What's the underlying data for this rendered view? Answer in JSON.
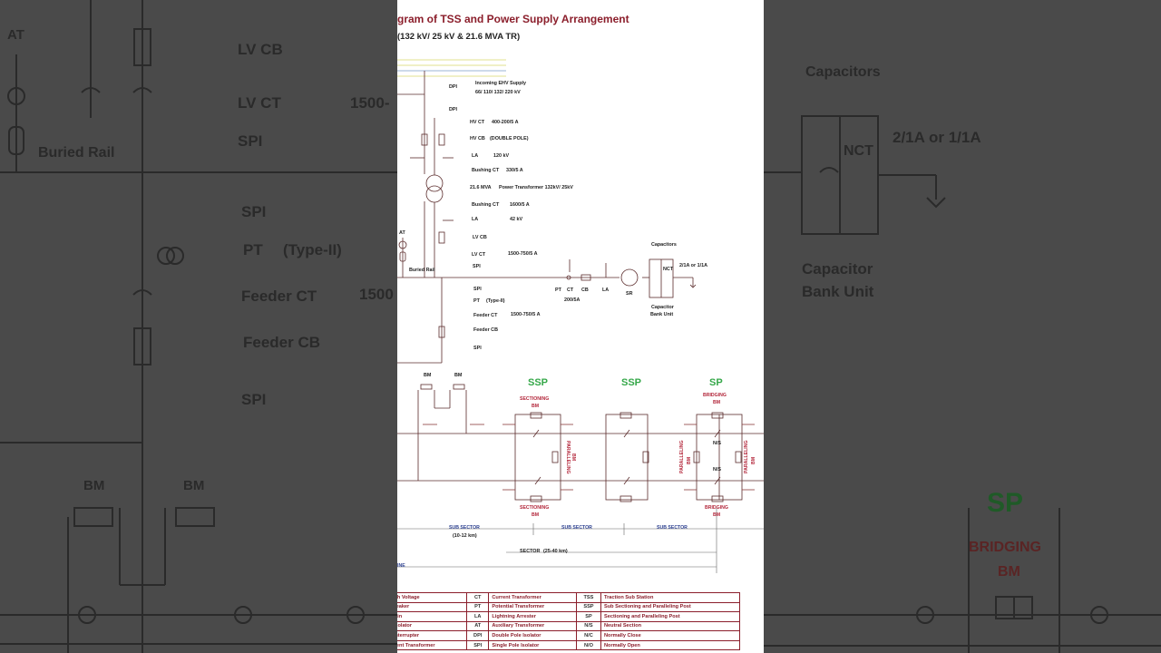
{
  "title": "gram of TSS and Power Supply Arrangement",
  "subtitle": "(132 kV/ 25 kV & 21.6 MVA TR)",
  "tss": {
    "dpi1": "DPI",
    "incoming": "Incoming EHV Supply",
    "incoming_v": "66/ 110/ 132/ 220 kV",
    "dpi2": "DPI",
    "hvct": "HV CT",
    "hvct_r": "400-200/5 A",
    "hvcb": "HV CB",
    "hvcb_r": "(DOUBLE POLE)",
    "la1": "LA",
    "la1_r": "120 kV",
    "bushing1": "Bushing CT",
    "bushing1_r": "330/5 A",
    "transformer": "21.6 MVA",
    "transformer_r": "Power Transformer  132kV/ 25kV",
    "bushing2": "Bushing CT",
    "bushing2_r": "1600/5 A",
    "la2": "LA",
    "la2_r": "42 kV",
    "lvcb": "LV CB",
    "lvct": "LV CT",
    "lvct_r": "1500-750/5 A",
    "spi1": "SPI",
    "at": "AT",
    "buried_rail": "Buried Rail",
    "spi2": "SPI",
    "pt": "PT",
    "pt_r": "(Type-II)",
    "feeder_ct": "Feeder CT",
    "feeder_ct_r": "1500-750/5 A",
    "feeder_cb": "Feeder CB",
    "spi3": "SPI"
  },
  "capacitor": {
    "title": "Capacitors",
    "nct": "NCT",
    "ratio": "2/1A  or  1/1A",
    "bank": "Capacitor",
    "bank2": "Bank Unit",
    "pt": "PT",
    "ct": "CT",
    "cb": "CB",
    "la": "LA",
    "ct_r": "200/5A",
    "sr": "SR"
  },
  "sections": {
    "bm1": "BM",
    "bm2": "BM",
    "ssp1": "SSP",
    "ssp2": "SSP",
    "sp": "SP",
    "sectioning_top": "SECTIONING",
    "bm_top": "BM",
    "sectioning_bot": "SECTIONING",
    "bm_bot": "BM",
    "paralleling": "PARALLELING",
    "paralleling_bm": "BM",
    "bridging_top": "BRIDGING",
    "bridging_top_bm": "BM",
    "bridging_bot": "BRIDGING",
    "bridging_bot_bm": "BM",
    "paralleling_l": "PARALLELING",
    "paralleling_l_bm": "BM",
    "paralleling_r": "PARALLELING",
    "paralleling_r_bm": "BM",
    "ns1": "N/S",
    "ns2": "N/S"
  },
  "distances": {
    "subsector1": "SUB SECTOR",
    "subsector1_km": "(10-12 km)",
    "subsector2": "SUB SECTOR",
    "subsector3": "SUB SECTOR",
    "sector": "SECTOR",
    "sector_km": "(25-40 km)",
    "line": "INE"
  },
  "legend": [
    [
      "ra High Voltage",
      "CT",
      "Current Transformer",
      "TSS",
      "Traction Sub Station"
    ],
    [
      "uit Breaker",
      "PT",
      "Potential Transformer",
      "SSP",
      "Sub Sectioning and Paralleling Post"
    ],
    [
      "ng Main",
      "LA",
      "Lightning Arrester",
      "SP",
      "Sectioning and Paralleling Post"
    ],
    [
      "pler Isolator",
      "AT",
      "Auxiliary Transformer",
      "N/S",
      "Neutral Section"
    ],
    [
      "pler Interrupter",
      "DPI",
      "Double Pole Isolator",
      "N/C",
      "Normally Close"
    ],
    [
      "l Current Transformer",
      "SPI",
      "Single Pole Isolator",
      "N/O",
      "Normally Open"
    ]
  ],
  "background_left": {
    "at": "AT",
    "buried_rail": "Buried Rail",
    "lvcb": "LV CB",
    "lvct": "LV CT",
    "lvct_val": "1500-",
    "spi1": "SPI",
    "spi2": "SPI",
    "pt": "PT",
    "pt_type": "(Type-II)",
    "feeder_ct": "Feeder CT",
    "feeder_ct_val": "1500",
    "feeder_cb": "Feeder CB",
    "spi3": "SPI",
    "bm1": "BM",
    "bm2": "BM"
  },
  "background_right": {
    "capacitors": "Capacitors",
    "nct": "NCT",
    "ratio": "2/1A  or  1/1A",
    "bank1": "Capacitor",
    "bank2": "Bank Unit",
    "sp": "SP",
    "bridging": "BRIDGING",
    "bm": "BM"
  }
}
